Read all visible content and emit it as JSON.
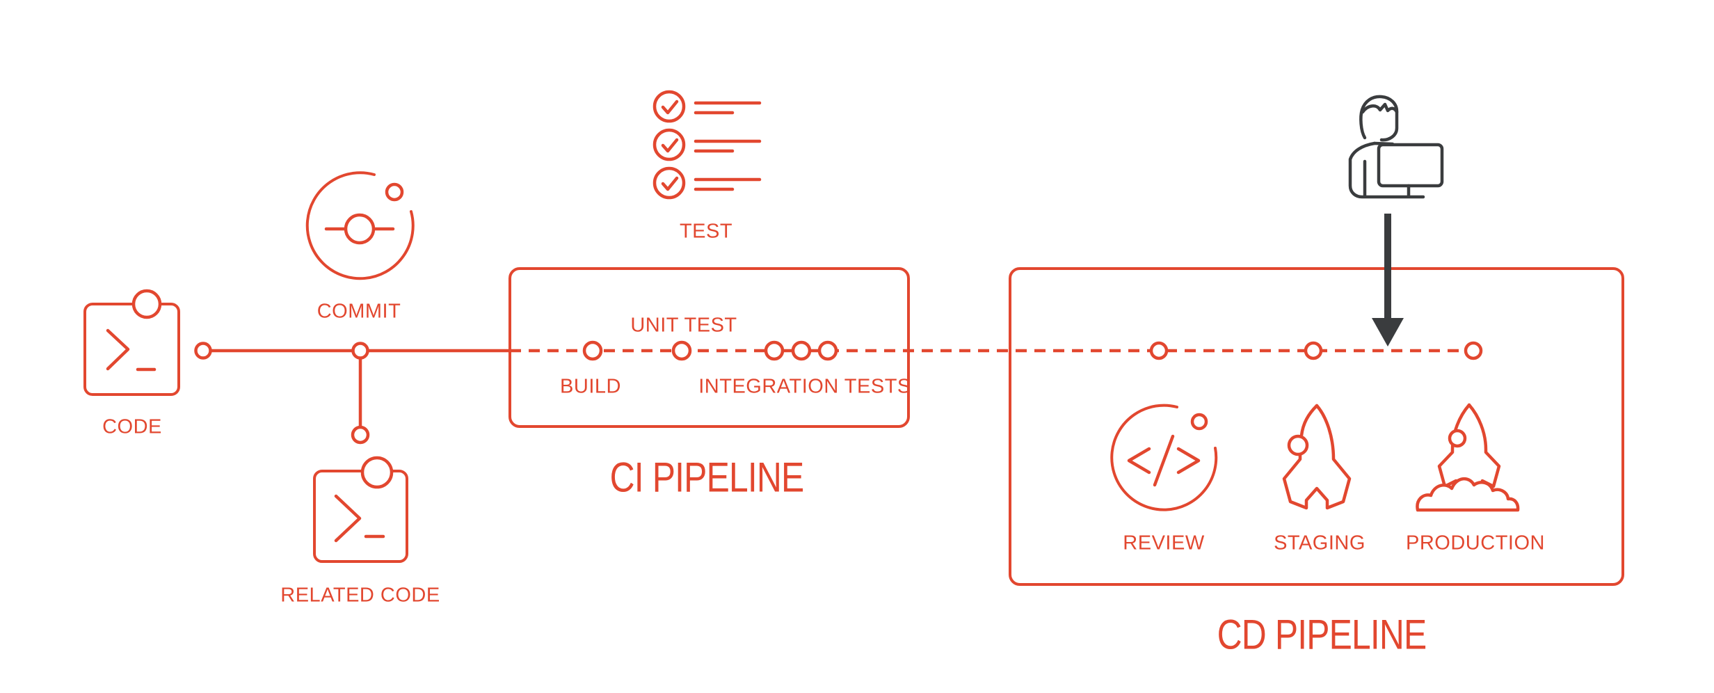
{
  "palette": {
    "red": "#e2472f",
    "dark": "#3a3c3e",
    "background": "#ffffff"
  },
  "source": {
    "code_label": "CODE",
    "commit_label": "COMMIT",
    "related_code_label": "RELATED CODE"
  },
  "test": {
    "label": "TEST"
  },
  "ci_pipeline": {
    "title": "CI PIPELINE",
    "stages": [
      {
        "label": "BUILD"
      },
      {
        "label": "UNIT TEST"
      },
      {
        "label": "INTEGRATION TESTS"
      }
    ]
  },
  "cd_pipeline": {
    "title": "CD PIPELINE",
    "stages": [
      {
        "label": "REVIEW"
      },
      {
        "label": "STAGING"
      },
      {
        "label": "PRODUCTION"
      }
    ]
  }
}
